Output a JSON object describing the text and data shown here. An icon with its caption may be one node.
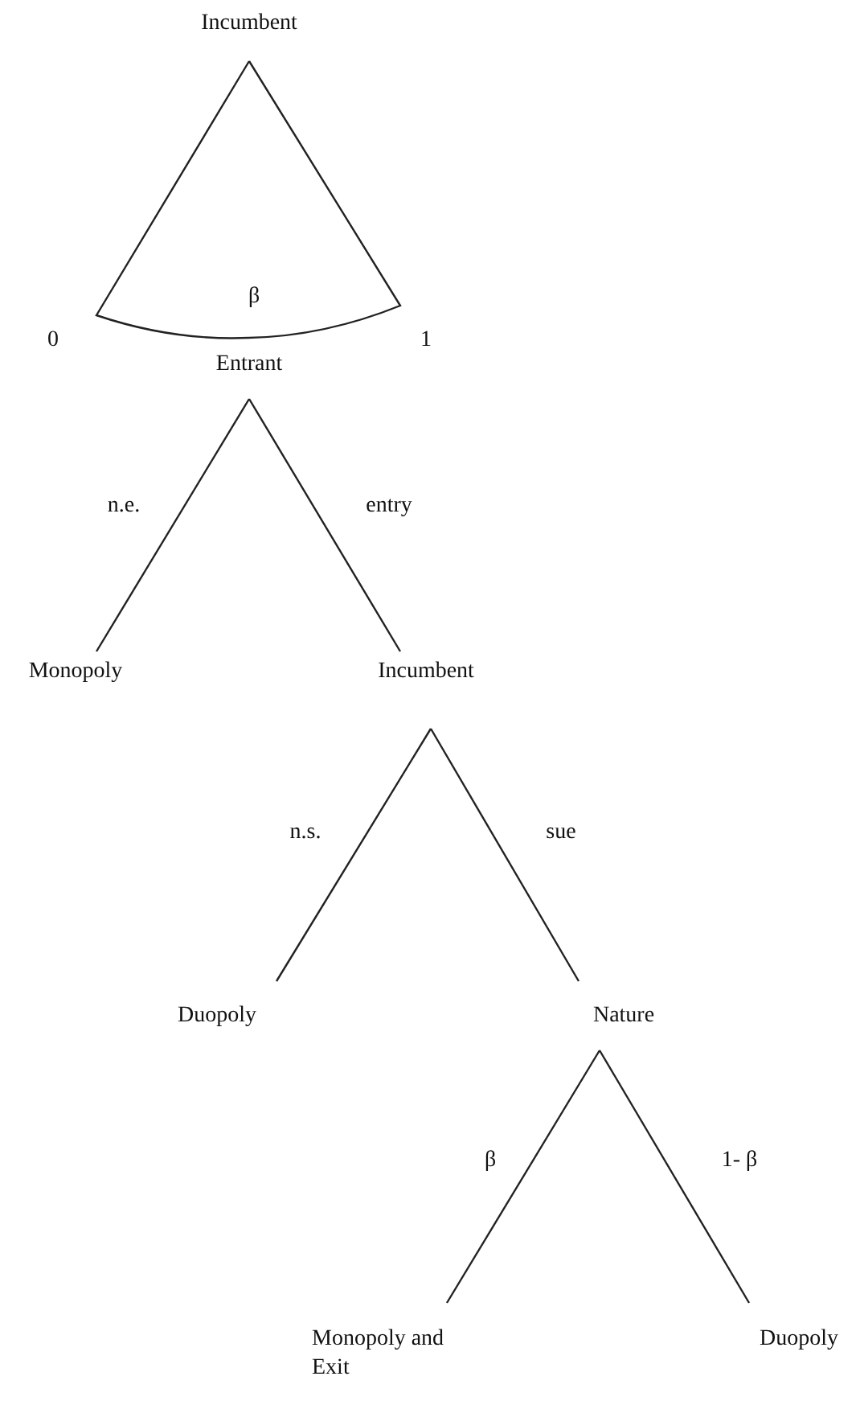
{
  "diagram": {
    "nodes": [
      {
        "text": [
          "Incumbent"
        ]
      },
      {
        "text": [
          "Entrant"
        ]
      },
      {
        "text": [
          "Monopoly"
        ]
      },
      {
        "text": [
          "Incumbent"
        ]
      },
      {
        "text": [
          "Duopoly"
        ]
      },
      {
        "text": [
          "Nature"
        ]
      },
      {
        "text": [
          "Monopoly and Exit"
        ]
      },
      {
        "text": [
          "Duopoly"
        ]
      }
    ],
    "edges": [
      {
        "from": 0,
        "to": 1,
        "arrow": "none"
      },
      {
        "from": 0,
        "to": 1,
        "arrow": "none"
      },
      {
        "from": 1,
        "to": 2,
        "arrow": "none",
        "label": "n.e."
      },
      {
        "from": 1,
        "to": 3,
        "arrow": "none",
        "label": "entry"
      },
      {
        "from": 3,
        "to": 4,
        "arrow": "none",
        "label": "n.s."
      },
      {
        "from": 3,
        "to": 5,
        "arrow": "none",
        "label": "sue"
      },
      {
        "from": 5,
        "to": 6,
        "arrow": "none",
        "label": "β"
      },
      {
        "from": 5,
        "to": 7,
        "arrow": "none",
        "label": "1- β"
      }
    ],
    "labels": [
      "β",
      "0",
      "1"
    ]
  }
}
